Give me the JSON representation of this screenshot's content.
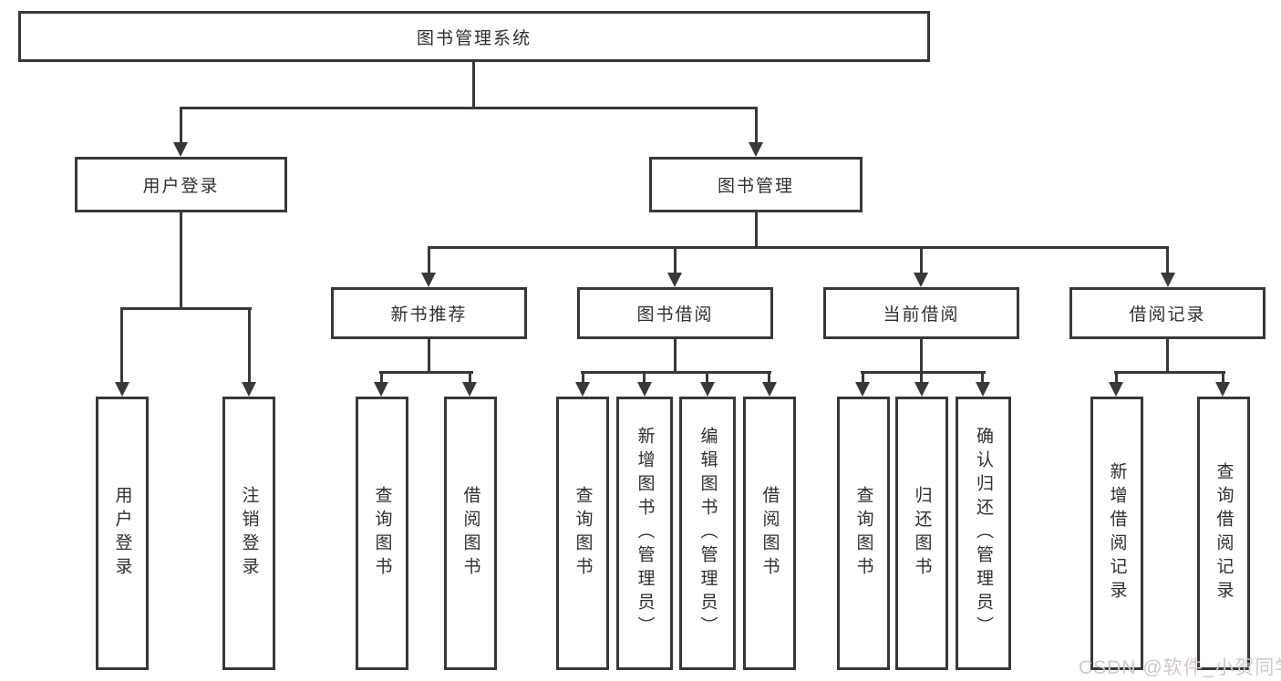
{
  "root": {
    "label": "图书管理系统"
  },
  "branches": {
    "user_login": {
      "label": "用户登录",
      "children": [
        "用户登录",
        "注销登录"
      ]
    },
    "book_management": {
      "label": "图书管理"
    }
  },
  "modules": [
    {
      "label": "新书推荐",
      "children": [
        "查询图书",
        "借阅图书"
      ]
    },
    {
      "label": "图书借阅",
      "children": [
        "查询图书",
        "新增图书（管理员）",
        "编辑图书（管理员）",
        "借阅图书"
      ]
    },
    {
      "label": "当前借阅",
      "children": [
        "查询图书",
        "归还图书",
        "确认归还（管理员）"
      ]
    },
    {
      "label": "借阅记录",
      "children": [
        "新增借阅记录",
        "查询借阅记录"
      ]
    }
  ],
  "watermark": "CSDN @软件_小贺同学",
  "colors": {
    "line": "#383838",
    "text": "#2f2f2f",
    "background": "#ffffff",
    "watermark": "#d2c9c9"
  }
}
